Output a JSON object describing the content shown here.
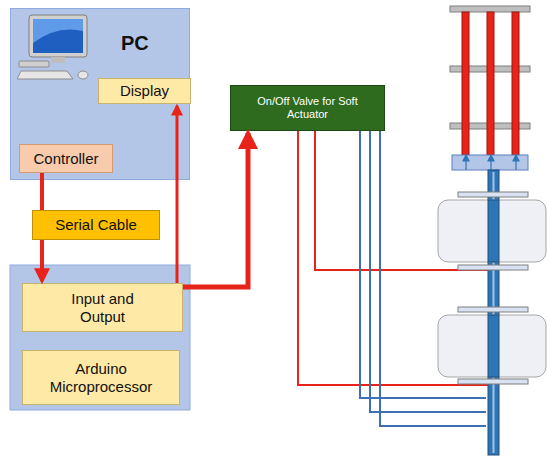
{
  "diagram": {
    "nodes": [
      {
        "text": [
          "PC"
        ]
      },
      {
        "text": [
          "Display"
        ],
        "in": 0
      },
      {
        "text": [
          "Controller"
        ],
        "in": 0
      },
      {
        "text": [
          "Serial Cable"
        ]
      },
      {
        "text": [
          "Input and Output"
        ]
      },
      {
        "text": [
          "Arduino Microprocessor"
        ]
      },
      {
        "text": [
          "On/Off Valve for Soft Actuator"
        ]
      }
    ],
    "edges": [
      {
        "from": 2,
        "to": 3,
        "arrow": "none"
      },
      {
        "from": 3,
        "to": 4,
        "arrow": "to"
      },
      {
        "from": 4,
        "to": 1,
        "arrow": "to"
      },
      {
        "from": 4,
        "to": 6,
        "arrow": "to"
      }
    ]
  }
}
